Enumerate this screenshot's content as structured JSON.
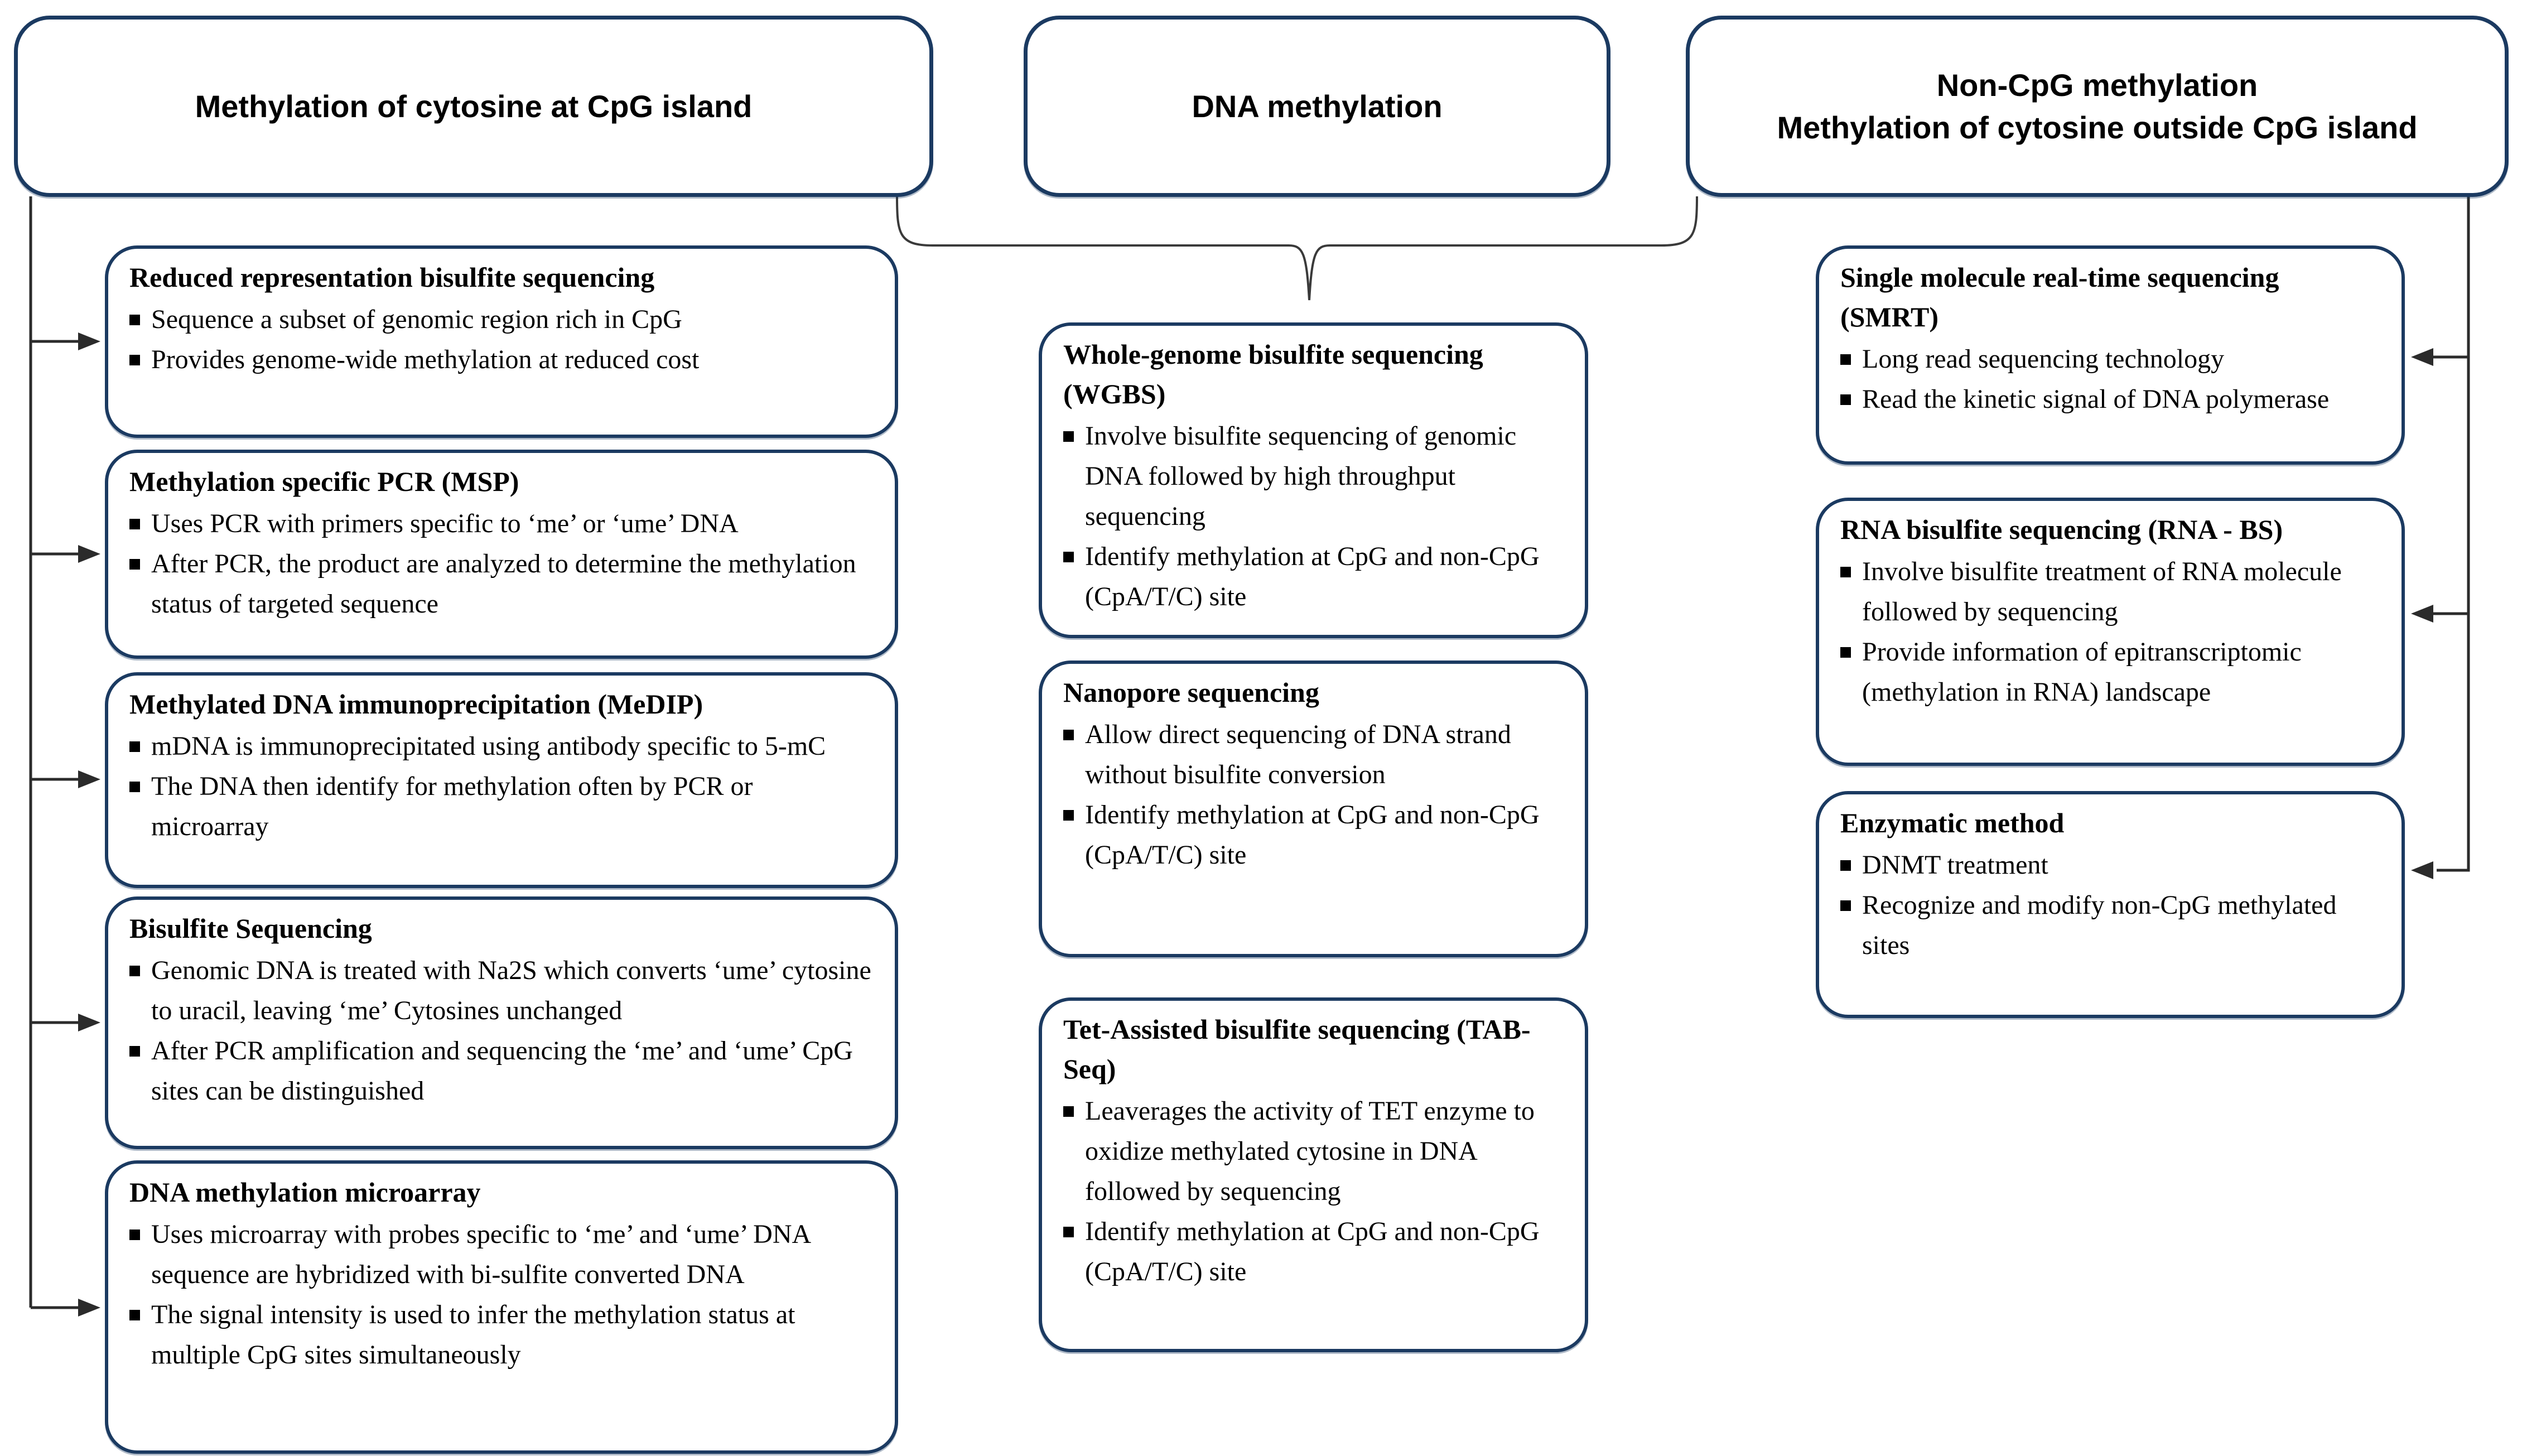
{
  "title": "DNA methylation detection methods diagram",
  "colors": {
    "border_navy": "#1b3a61",
    "connector_black": "#2b2b2b",
    "text_black": "#000000",
    "background": "#ffffff"
  },
  "headers": {
    "cpg": "Methylation of cytosine at CpG island",
    "center": "DNA methylation",
    "non_cpg_line1": "Non-CpG methylation",
    "non_cpg_line2": "Methylation of cytosine outside CpG island"
  },
  "left_column": [
    {
      "title": "Reduced representation bisulfite sequencing",
      "bullets": [
        "Sequence a subset of genomic region rich in CpG",
        "Provides genome-wide methylation at reduced cost"
      ]
    },
    {
      "title": "Methylation specific PCR (MSP)",
      "bullets": [
        "Uses PCR with primers specific to ‘me’ or ‘ume’ DNA",
        "After PCR, the product are analyzed to determine the methylation status of targeted sequence"
      ]
    },
    {
      "title": "Methylated DNA immunoprecipitation (MeDIP)",
      "bullets": [
        "mDNA is immunoprecipitated using antibody specific to 5-mC",
        "The DNA then identify for methylation often by PCR or microarray"
      ]
    },
    {
      "title": "Bisulfite Sequencing",
      "bullets": [
        "Genomic DNA is treated with Na2S which converts ‘ume’ cytosine to uracil, leaving ‘me’ Cytosines unchanged",
        "After PCR amplification and sequencing the ‘me’ and ‘ume’ CpG sites can be distinguished"
      ]
    },
    {
      "title": "DNA methylation microarray",
      "bullets": [
        "Uses microarray with probes specific to ‘me’ and ‘ume’ DNA sequence are hybridized with bi-sulfite converted DNA",
        "The signal intensity is used to infer the methylation status at multiple CpG sites simultaneously"
      ]
    }
  ],
  "middle_column": [
    {
      "title": "Whole-genome bisulfite sequencing (WGBS)",
      "bullets": [
        "Involve bisulfite sequencing of genomic DNA followed by high throughput sequencing",
        "Identify methylation at CpG and non-CpG (CpA/T/C) site"
      ]
    },
    {
      "title": "Nanopore sequencing",
      "bullets": [
        "Allow direct sequencing of DNA strand without bisulfite conversion",
        "Identify methylation at CpG and non-CpG (CpA/T/C) site"
      ]
    },
    {
      "title": "Tet-Assisted bisulfite sequencing (TAB-Seq)",
      "bullets": [
        "Leaverages the activity of TET enzyme to oxidize methylated cytosine in DNA followed by sequencing",
        "Identify methylation at CpG and non-CpG (CpA/T/C) site"
      ]
    }
  ],
  "right_column": [
    {
      "title": "Single molecule real-time sequencing (SMRT)",
      "bullets": [
        "Long read sequencing technology",
        "Read the kinetic signal of DNA polymerase"
      ]
    },
    {
      "title": "RNA bisulfite sequencing (RNA - BS)",
      "bullets": [
        "Involve bisulfite treatment of RNA molecule followed by sequencing",
        "Provide information of epitranscriptomic (methylation in RNA) landscape"
      ]
    },
    {
      "title": "Enzymatic method",
      "bullets": [
        "DNMT treatment",
        "Recognize and modify non-CpG methylated sites"
      ]
    }
  ]
}
